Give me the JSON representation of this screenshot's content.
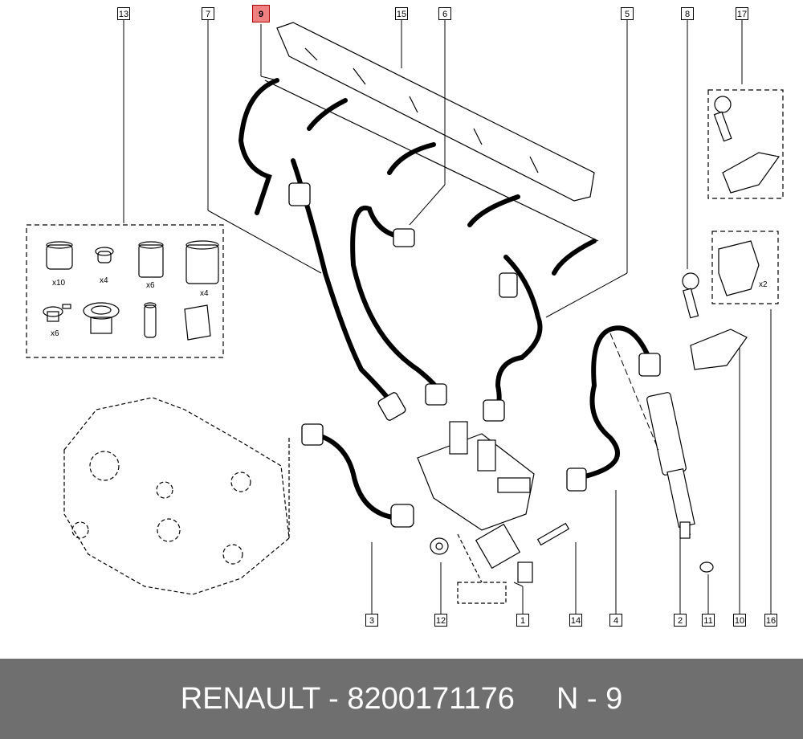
{
  "diagram": {
    "highlighted_part": "9",
    "top_callouts": [
      "13",
      "7",
      "9",
      "15",
      "6",
      "5",
      "8",
      "17"
    ],
    "bottom_callouts": [
      "3",
      "12",
      "1",
      "14",
      "4",
      "2",
      "11",
      "10",
      "16"
    ],
    "kit_quantities": [
      "x10",
      "x4",
      "x6",
      "x4",
      "x6"
    ],
    "clip_quantity": "x2",
    "highlight_color": "#f08080"
  },
  "footer": {
    "brand_part": "RENAULT - 8200171176",
    "position": "N - 9"
  }
}
